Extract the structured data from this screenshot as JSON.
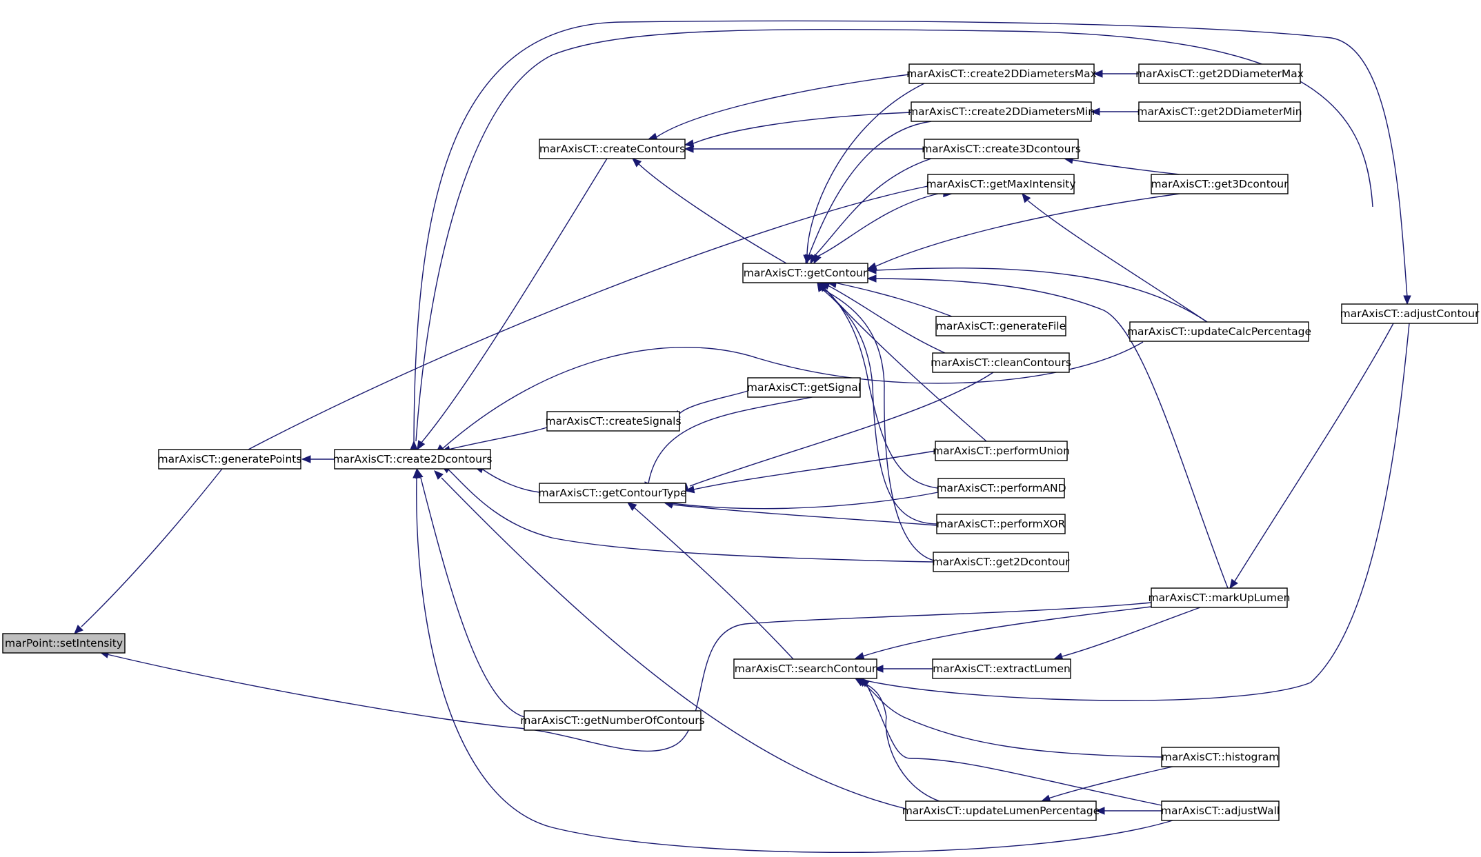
{
  "graph": {
    "nodes": {
      "setIntensity": "marPoint::setIntensity",
      "generatePoints": "marAxisCT::generatePoints",
      "create2Dcontours": "marAxisCT::create2Dcontours",
      "createContours": "marAxisCT::createContours",
      "createSignals": "marAxisCT::createSignals",
      "getContourType": "marAxisCT::getContourType",
      "getNumberOfContours": "marAxisCT::getNumberOfContours",
      "getContour": "marAxisCT::getContour",
      "searchContour": "marAxisCT::searchContour",
      "getSignal": "marAxisCT::getSignal",
      "create2DDiametersMax": "marAxisCT::create2DDiametersMax",
      "create2DDiametersMin": "marAxisCT::create2DDiametersMin",
      "create3Dcontours": "marAxisCT::create3Dcontours",
      "getMaxIntensity": "marAxisCT::getMaxIntensity",
      "generateFile": "marAxisCT::generateFile",
      "cleanContours": "marAxisCT::cleanContours",
      "performUnion": "marAxisCT::performUnion",
      "performAND": "marAxisCT::performAND",
      "performXOR": "marAxisCT::performXOR",
      "get2Dcontour": "marAxisCT::get2Dcontour",
      "extractLumen": "marAxisCT::extractLumen",
      "updateLumenPercentage": "marAxisCT::updateLumenPercentage",
      "get2DDiameterMax": "marAxisCT::get2DDiameterMax",
      "get2DDiameterMin": "marAxisCT::get2DDiameterMin",
      "get3Dcontour": "marAxisCT::get3Dcontour",
      "updateCalcPercentage": "marAxisCT::updateCalcPercentage",
      "markUpLumen": "marAxisCT::markUpLumen",
      "histogram": "marAxisCT::histogram",
      "adjustWall": "marAxisCT::adjustWall",
      "adjustContour": "marAxisCT::adjustContour"
    },
    "highlighted_node": "setIntensity",
    "edge_color": "#191970",
    "edges": [
      [
        "setIntensity",
        "generatePoints"
      ],
      [
        "setIntensity",
        "markUpLumen"
      ],
      [
        "generatePoints",
        "create2Dcontours"
      ],
      [
        "generatePoints",
        "getMaxIntensity"
      ],
      [
        "create2Dcontours",
        "createContours"
      ],
      [
        "create2Dcontours",
        "createSignals"
      ],
      [
        "create2Dcontours",
        "getContourType"
      ],
      [
        "create2Dcontours",
        "getNumberOfContours"
      ],
      [
        "create2Dcontours",
        "create2DDiametersMax"
      ],
      [
        "create2Dcontours",
        "adjustContour"
      ],
      [
        "create2Dcontours",
        "updateCalcPercentage"
      ],
      [
        "create2Dcontours",
        "get2Dcontour"
      ],
      [
        "create2Dcontours",
        "updateLumenPercentage"
      ],
      [
        "create2Dcontours",
        "adjustWall"
      ],
      [
        "createContours",
        "create2DDiametersMax"
      ],
      [
        "createContours",
        "create2DDiametersMin"
      ],
      [
        "createContours",
        "create3Dcontours"
      ],
      [
        "createContours",
        "getContour"
      ],
      [
        "createSignals",
        "getSignal"
      ],
      [
        "getContourType",
        "getSignal"
      ],
      [
        "getContourType",
        "cleanContours"
      ],
      [
        "getContourType",
        "performUnion"
      ],
      [
        "getContourType",
        "performAND"
      ],
      [
        "getContourType",
        "performXOR"
      ],
      [
        "getContourType",
        "searchContour"
      ],
      [
        "getContour",
        "create2DDiametersMax"
      ],
      [
        "getContour",
        "create2DDiametersMin"
      ],
      [
        "getContour",
        "create3Dcontours"
      ],
      [
        "getContour",
        "getMaxIntensity"
      ],
      [
        "getContour",
        "get3Dcontour"
      ],
      [
        "getContour",
        "updateCalcPercentage"
      ],
      [
        "getContour",
        "generateFile"
      ],
      [
        "getContour",
        "cleanContours"
      ],
      [
        "getContour",
        "performUnion"
      ],
      [
        "getContour",
        "performAND"
      ],
      [
        "getContour",
        "performXOR"
      ],
      [
        "getContour",
        "get2Dcontour"
      ],
      [
        "getContour",
        "markUpLumen"
      ],
      [
        "searchContour",
        "markUpLumen"
      ],
      [
        "searchContour",
        "extractLumen"
      ],
      [
        "searchContour",
        "adjustContour"
      ],
      [
        "searchContour",
        "histogram"
      ],
      [
        "searchContour",
        "adjustWall"
      ],
      [
        "searchContour",
        "updateLumenPercentage"
      ],
      [
        "create2DDiametersMax",
        "get2DDiameterMax"
      ],
      [
        "create2DDiametersMin",
        "get2DDiameterMin"
      ],
      [
        "create3Dcontours",
        "get3Dcontour"
      ],
      [
        "getMaxIntensity",
        "updateCalcPercentage"
      ],
      [
        "extractLumen",
        "markUpLumen"
      ],
      [
        "updateLumenPercentage",
        "histogram"
      ],
      [
        "updateLumenPercentage",
        "adjustWall"
      ],
      [
        "markUpLumen",
        "adjustContour"
      ]
    ]
  }
}
